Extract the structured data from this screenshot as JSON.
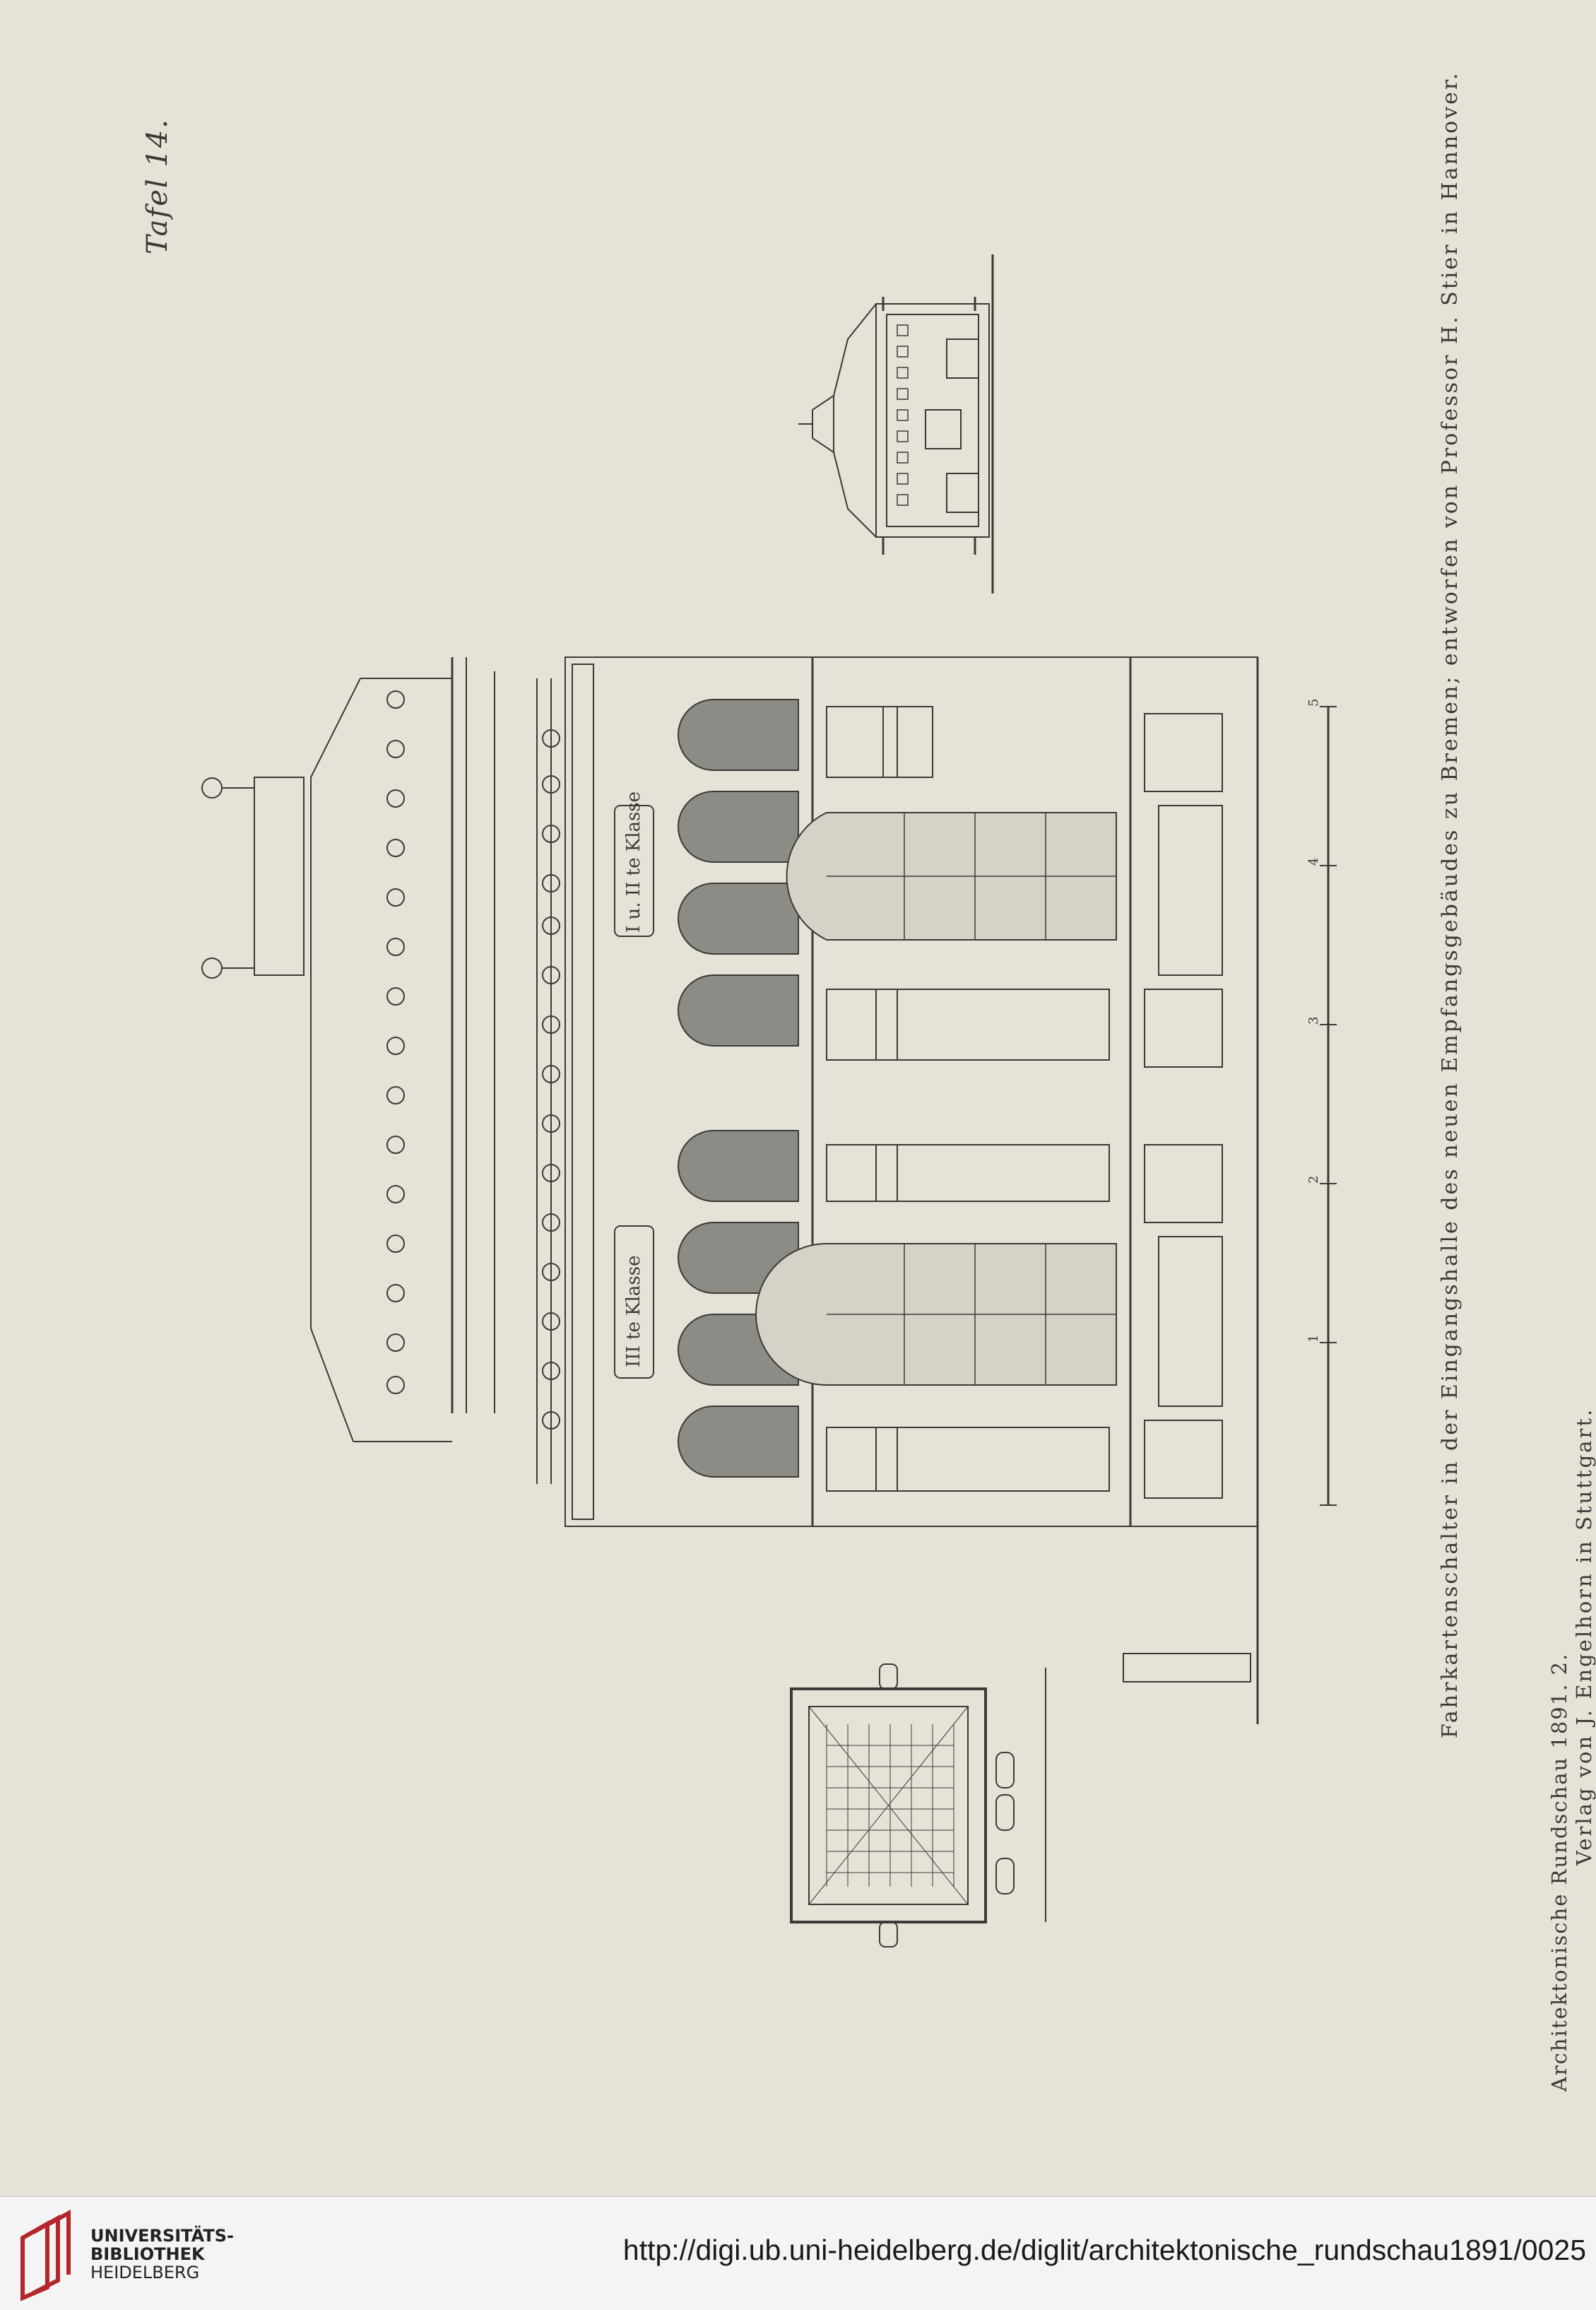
{
  "plate": {
    "tafel": "Tafel 14.",
    "caption": "Fahrkartenschalter in der Eingangshalle des neuen Empfangsgebäudes zu Bremen; entworfen von Professor H. Stier in Hannover.",
    "publisher": "Verlag von J. Engelhorn in Stuttgart.",
    "journal": "Architektonische Rundschau 1891. 2.",
    "sign_labels": [
      "I u. II te Klasse",
      "III te Klasse"
    ],
    "scale_numbers": [
      "1",
      "2",
      "3",
      "4",
      "5"
    ]
  },
  "footer": {
    "logo_lines": [
      "UNIVERSITÄTS-",
      "BIBLIOTHEK",
      "HEIDELBERG"
    ],
    "url": "http://digi.ub.uni-heidelberg.de/diglit/architektonische_rundschau1891/0025"
  },
  "colors": {
    "paper": "#e6e2d8",
    "ink": "#3a3a38",
    "footer_bg": "#f4f4f4",
    "logo_red": "#b3262b"
  }
}
